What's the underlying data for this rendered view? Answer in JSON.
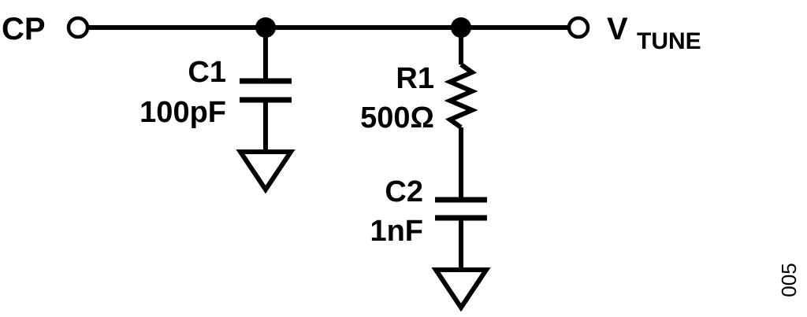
{
  "diagram": {
    "nodes": {
      "input_terminal": "CP",
      "output_terminal_main": "V",
      "output_terminal_sub": "TUNE"
    },
    "components": {
      "c1": {
        "designator": "C1",
        "value": "100pF"
      },
      "r1": {
        "designator": "R1",
        "value": "500Ω"
      },
      "c2": {
        "designator": "C2",
        "value": "1nF"
      }
    },
    "figure_number": "005"
  }
}
